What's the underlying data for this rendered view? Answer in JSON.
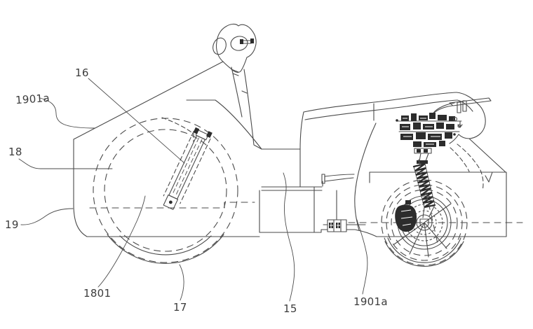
{
  "figure": {
    "type": "patent-line-drawing-scooter-side-view",
    "background_color": "#ffffff",
    "line_color": "#4a4a4a",
    "label_color": "#3c3c3c",
    "labels": {
      "l1901a_top": "1901a",
      "l16": "16",
      "l18": "18",
      "l19": "19",
      "l1801": "1801",
      "l17": "17",
      "l15": "15",
      "l1901a_bottom": "1901a"
    }
  }
}
